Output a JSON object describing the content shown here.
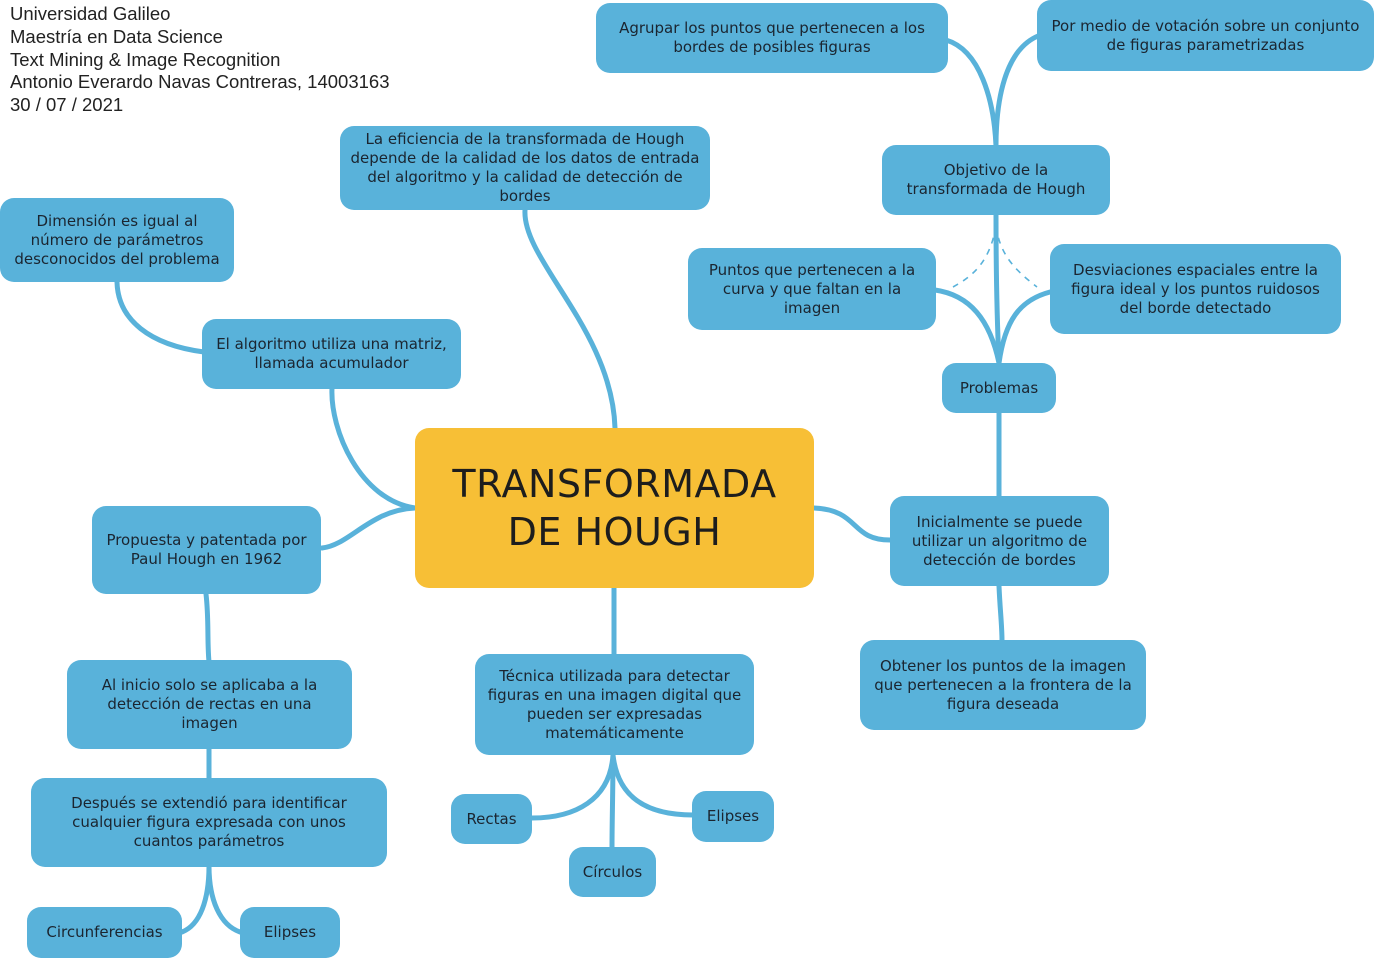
{
  "header": {
    "lines": [
      "Universidad Galileo",
      "Maestría en Data Science",
      "Text Mining & Image Recognition",
      "Antonio Everardo Navas Contreras, 14003163",
      "30 / 07 / 2021"
    ]
  },
  "colors": {
    "node": "#59b2da",
    "central": "#f7bf36",
    "link": "#59b2da",
    "text": "#1b2530"
  },
  "central": {
    "title_line1": "TRANSFORMADA",
    "title_line2": "DE HOUGH"
  },
  "nodes": {
    "eficiencia": "La eficiencia de la transformada de Hough depende de la calidad de los datos de entrada del algoritmo y la calidad de detección de bordes",
    "dimension": "Dimensión es igual al número de parámetros desconocidos del problema",
    "matriz": "El algoritmo utiliza una matriz, llamada acumulador",
    "propuesta": "Propuesta y patentada por Paul Hough en 1962",
    "al_inicio": "Al inicio solo se aplicaba a la detección de rectas en una imagen",
    "despues": "Después se extendió para identificar cualquier figura expresada con unos cuantos parámetros",
    "circunferencias": "Circunferencias",
    "elipses_left": "Elipses",
    "tecnica": "Técnica utilizada para detectar figuras en una imagen digital que pueden ser expresadas matemáticamente",
    "rectas": "Rectas",
    "circulos": "Círculos",
    "elipses_center": "Elipses",
    "agrupar": "Agrupar los puntos que pertenecen a los bordes de posibles figuras",
    "votacion": "Por medio de votación sobre un conjunto de figuras parametrizadas",
    "objetivo": "Objetivo de la transformada de Hough",
    "puntos_curva": "Puntos que pertenecen a la curva y que faltan en la imagen",
    "desviaciones": "Desviaciones espaciales entre la figura ideal y los puntos ruidosos del borde detectado",
    "problemas": "Problemas",
    "inicialmente": "Inicialmente se puede utilizar un algoritmo de detección de bordes",
    "obtener": "Obtener los puntos de la imagen que pertenecen a la frontera de la figura deseada"
  }
}
